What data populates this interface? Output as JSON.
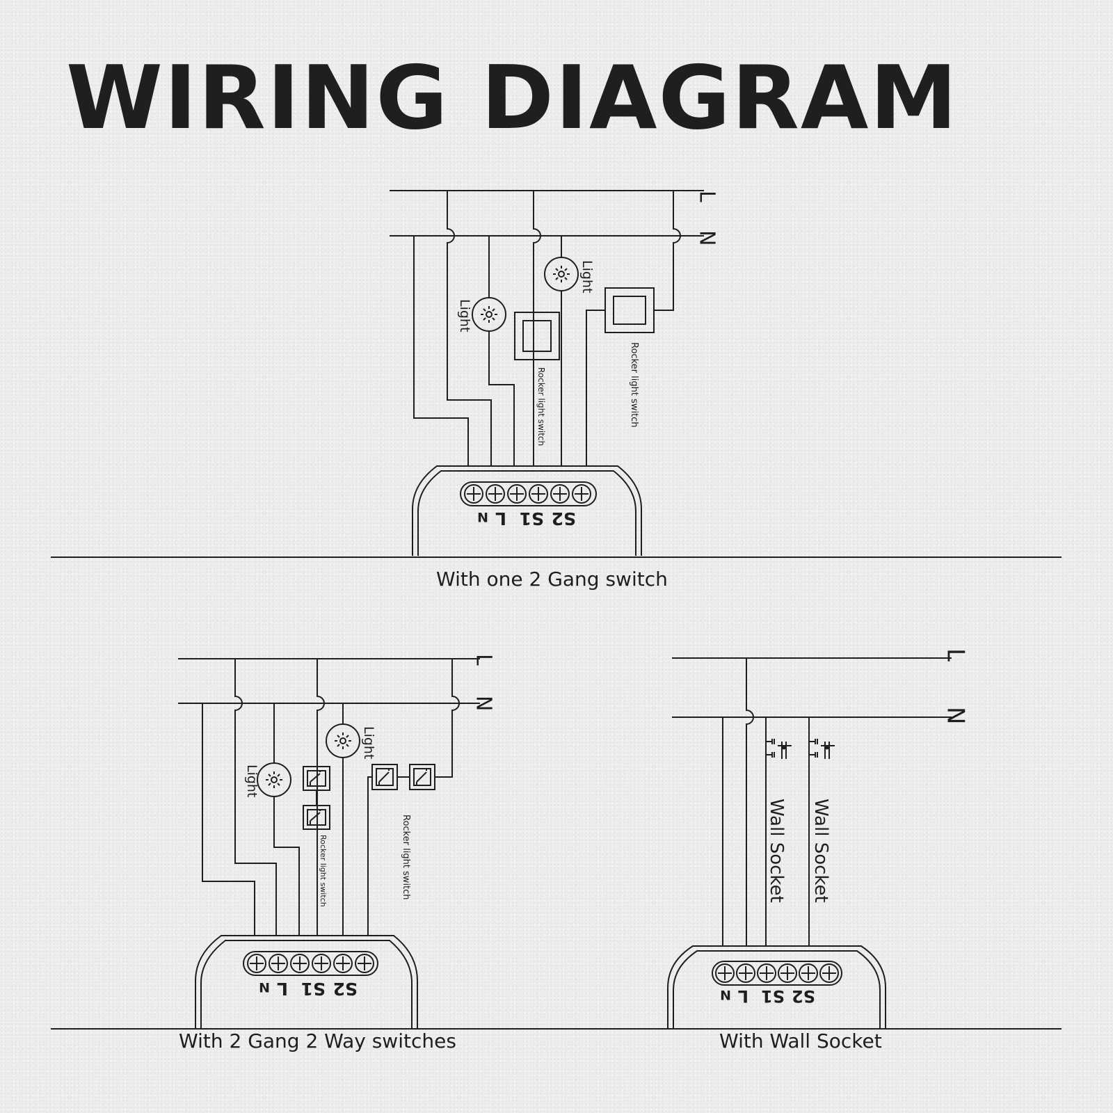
{
  "title": "WIRING DIAGRAM",
  "labels": {
    "line": "L",
    "neutral": "N",
    "light": "Light",
    "rocker_switch": "Rocker light switch",
    "wall_socket": "Wall Socket",
    "terminals": [
      "S2",
      "S1",
      "L",
      "N"
    ]
  },
  "captions": {
    "one_2_gang": "With one 2 Gang switch",
    "two_gang_two_way": "With 2 Gang 2 Way switches",
    "wall_socket": "With Wall Socket"
  }
}
